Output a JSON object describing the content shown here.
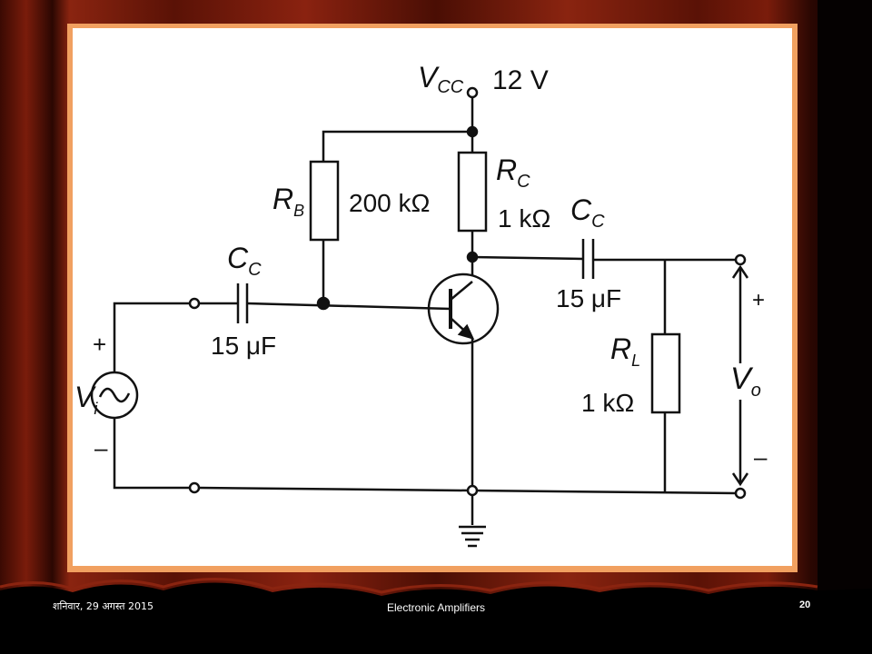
{
  "footer": {
    "date": "शनिवार, 29 अगस्त 2015",
    "title": "Electronic Amplifiers",
    "page": "20"
  },
  "diagram": {
    "supply_symbol": "V",
    "supply_sub": "CC",
    "supply_value": "12 V",
    "rb_symbol": "R",
    "rb_sub": "B",
    "rb_value": "200 kΩ",
    "rc_symbol": "R",
    "rc_sub": "C",
    "rc_value": "1 kΩ",
    "cin_symbol": "C",
    "cin_sub": "C",
    "cin_value": "15 μF",
    "cout_symbol": "C",
    "cout_sub": "C",
    "cout_value": "15 μF",
    "rl_symbol": "R",
    "rl_sub": "L",
    "rl_value": "1 kΩ",
    "vin_symbol": "V",
    "vin_sub": "i",
    "vout_symbol": "V",
    "vout_sub": "o",
    "plus": "+",
    "minus": "–"
  },
  "colors": {
    "curtain_dark": "#2a0702",
    "curtain_mid": "#7a1a0a",
    "frame_border": "#f1a060",
    "slide_bg": "#ffffff"
  }
}
